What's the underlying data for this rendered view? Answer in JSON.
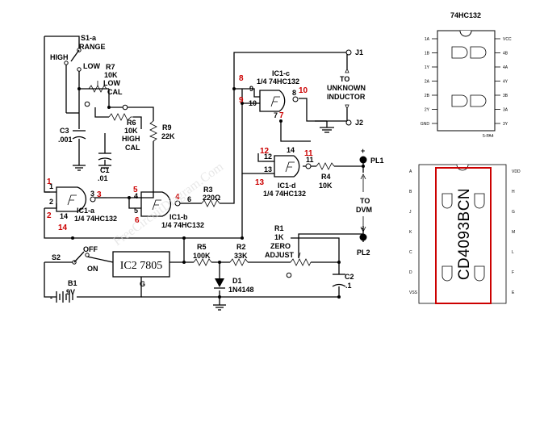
{
  "schematic": {
    "switch_s1": {
      "name": "S1-a",
      "function": "RANGE",
      "high": "HIGH",
      "low": "LOW"
    },
    "r7": {
      "name": "R7",
      "value": "10K",
      "desc1": "LOW",
      "desc2": "CAL"
    },
    "r6": {
      "name": "R6",
      "value": "10K",
      "desc1": "HIGH",
      "desc2": "CAL"
    },
    "r9": {
      "name": "R9",
      "value": "22K"
    },
    "c3": {
      "name": "C3",
      "value": ".001"
    },
    "c1": {
      "name": "C1",
      "value": ".01"
    },
    "r3": {
      "name": "R3",
      "value": "220Ω"
    },
    "ic1a": {
      "name": "IC1-a",
      "part": "1/4 74HC132"
    },
    "ic1b": {
      "name": "IC1-b",
      "part": "1/4 74HC132"
    },
    "ic1c": {
      "name": "IC1-c",
      "part": "1/4 74HC132"
    },
    "ic1d": {
      "name": "IC1-d",
      "part": "1/4 74HC132"
    },
    "j1": "J1",
    "j2": "J2",
    "inductor_label": [
      "TO",
      "UNKNOWN",
      "INDUCTOR"
    ],
    "r4": {
      "name": "R4",
      "value": "10K"
    },
    "pl1": "PL1",
    "pl2": "PL2",
    "plus": "+",
    "minus": "-",
    "dvm_label": [
      "TO",
      "DVM"
    ],
    "r1": {
      "name": "R1",
      "value": "1K",
      "desc1": "ZERO",
      "desc2": "ADJUST"
    },
    "s2": {
      "name": "S2",
      "off": "OFF",
      "on": "ON"
    },
    "ic2": {
      "name": "IC2 7805",
      "ground": "G"
    },
    "r5": {
      "name": "R5",
      "value": "100K"
    },
    "r2": {
      "name": "R2",
      "value": "33K"
    },
    "d1": {
      "name": "D1",
      "part": "1N4148"
    },
    "c2": {
      "name": "C2",
      "value": ".1"
    },
    "b1": {
      "name": "B1",
      "value": "9V"
    },
    "gate_pins": {
      "a_in1": "1",
      "a_in2": "2",
      "a_out": "3",
      "a_14": "14",
      "b_in1": "4",
      "b_in2": "5",
      "b_out": "6",
      "c_in1": "9",
      "c_in2": "10",
      "c_out": "8",
      "c_7": "7",
      "d_in1": "12",
      "d_in2": "13",
      "d_out": "11",
      "d_14": "14"
    },
    "red_pins": [
      "1",
      "3",
      "2",
      "14",
      "5",
      "4",
      "6",
      "8",
      "9",
      "10",
      "7",
      "12",
      "11",
      "13"
    ],
    "watermark": "FreeCircuitDiagram.Com"
  },
  "chip_74hc132": {
    "title": "74HC132",
    "left_pins": [
      "1A",
      "1B",
      "1Y",
      "2A",
      "2B",
      "2Y",
      "GND"
    ],
    "right_pins": [
      "VCC",
      "4B",
      "4A",
      "4Y",
      "3B",
      "3A",
      "3Y"
    ],
    "code": "5-PA4"
  },
  "chip_cd4093": {
    "label": "CD4093BCN",
    "left_pins": [
      "A",
      "B",
      "J",
      "K",
      "C",
      "D",
      "VSS"
    ],
    "right_pins": [
      "VDD",
      "H",
      "G",
      "M",
      "L",
      "F",
      "E"
    ]
  }
}
